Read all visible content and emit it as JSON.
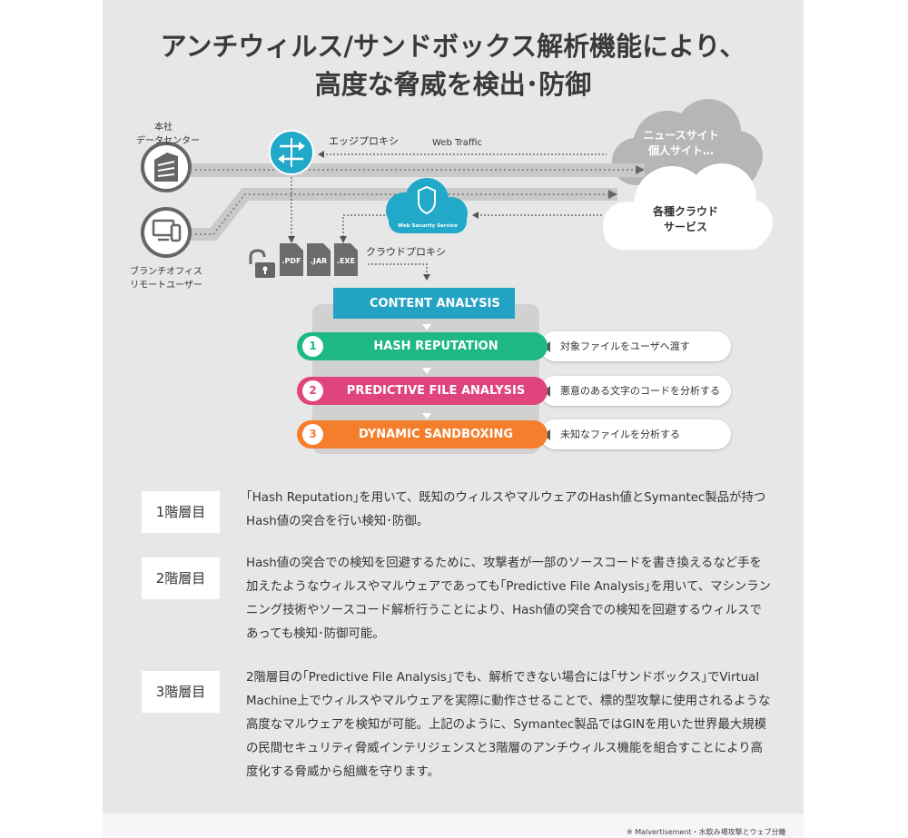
{
  "title": {
    "line1": "アンチウィルス/サンドボックス解析機能により、",
    "line2": "高度な脅威を検出･防御"
  },
  "diagram": {
    "hq": {
      "line1": "本社",
      "line2": "データセンター"
    },
    "branch": {
      "line1": "ブランチオフィス",
      "line2": "リモートユーザー"
    },
    "edge_proxy": "エッジプロキシ",
    "web_traffic": "Web Traffic",
    "news_cloud": {
      "line1": "ニュースサイト",
      "line2": "個人サイト…"
    },
    "cloud_services": {
      "line1": "各種クラウド",
      "line2": "サービス"
    },
    "wss_label": "Web Security Service",
    "cloud_proxy": "クラウドプロキシ",
    "file_types": [
      ".PDF",
      ".JAR",
      ".EXE"
    ],
    "content_analysis": "CONTENT ANALYSIS",
    "layers": [
      {
        "num": "1",
        "name": "HASH REPUTATION",
        "color": "#1db884",
        "note": "対象ファイルをユーザへ渡す"
      },
      {
        "num": "2",
        "name": "PREDICTIVE FILE ANALYSIS",
        "color": "#e0447d",
        "note": "悪意のある文字のコードを分析する"
      },
      {
        "num": "3",
        "name": "DYNAMIC SANDBOXING",
        "color": "#f47e2b",
        "note": "未知なファイルを分析する"
      }
    ]
  },
  "tiers": [
    {
      "label": "1階層目",
      "text": "｢Hash Reputation｣を用いて、既知のウィルスやマルウェアのHash値とSymantec製品が持つHash値の突合を行い検知･防御。"
    },
    {
      "label": "2階層目",
      "text": "Hash値の突合での検知を回避するために、攻撃者が一部のソースコードを書き換えるなど手を加えたようなウィルスやマルウェアであっても｢Predictive File Analysis｣を用いて、マシンランニング技術やソースコード解析行うことにより、Hash値の突合での検知を回避するウィルスであっても検知･防御可能。"
    },
    {
      "label": "3階層目",
      "text": "2階層目の｢Predictive File Analysis｣でも、解析できない場合には｢サンドボックス｣でVirtual Machine上でウィルスやマルウェアを実際に動作させることで、標的型攻撃に使用されるような高度なマルウェアを検知が可能。上記のように、Symantec製品ではGINを用いた世界最大規模の民間セキュリティ脅威インテリジェンスと3階層のアンチウィルス機能を組合すことにより高度化する脅威から組織を守ります。"
    }
  ],
  "footnote": "※ Malvertisement・水飲み場攻撃とウェブ分離"
}
